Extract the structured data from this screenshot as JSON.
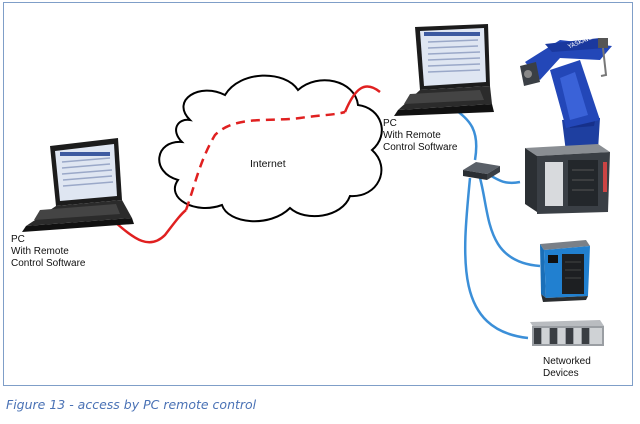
{
  "diagram": {
    "left_pc_label": "PC\nWith Remote\nControl Software",
    "right_pc_label": "PC\nWith Remote\nControl Software",
    "cloud_label": "Internet",
    "devices_label": "Networked\nDevices",
    "robot_brand": "YASKAWA",
    "colors": {
      "wan_link": "#e02020",
      "lan_link": "#3b8fd8",
      "frame_border": "#7f9ec8",
      "caption": "#4a72b5"
    }
  },
  "caption": "Figure 13 - access by PC remote control"
}
